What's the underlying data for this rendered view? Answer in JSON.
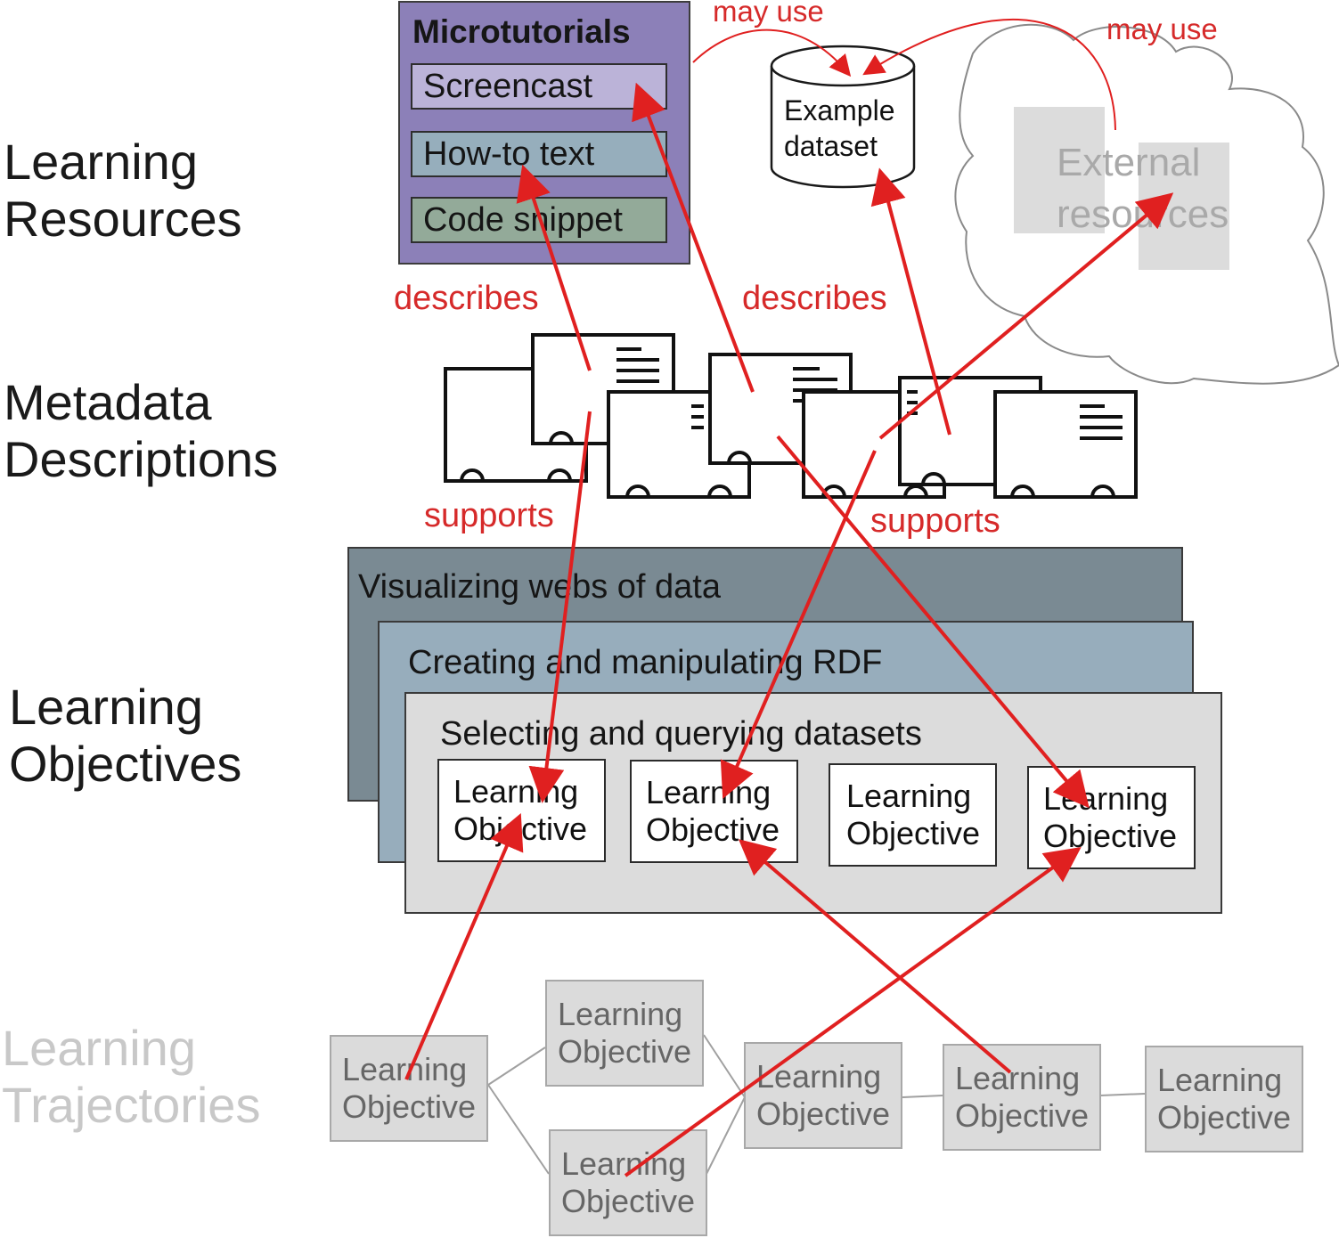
{
  "layers": {
    "resources": [
      "Learning",
      "Resources"
    ],
    "metadata": [
      "Metadata",
      "Descriptions"
    ],
    "objectives": [
      "Learning",
      "Objectives"
    ],
    "trajectories": [
      "Learning",
      "Trajectories"
    ]
  },
  "microtutorials": {
    "title": "Microtutorials",
    "items": [
      "Screencast",
      "How-to text",
      "Code snippet"
    ]
  },
  "dataset": {
    "lines": [
      "Example",
      "dataset"
    ]
  },
  "external": {
    "lines": [
      "External",
      "resources"
    ]
  },
  "relations": {
    "may_use_1": "may use",
    "may_use_2": "may use",
    "describes_1": "describes",
    "describes_2": "describes",
    "supports_1": "supports",
    "supports_2": "supports"
  },
  "objectives": {
    "visualizing": "Visualizing webs of data",
    "rdf": "Creating and manipulating RDF",
    "selecting": "Selecting and querying datasets",
    "boxes": [
      [
        "Learning",
        "Objective"
      ],
      [
        "Learning",
        "Objective"
      ],
      [
        "Learning",
        "Objective"
      ],
      [
        "Learning",
        "Objective"
      ]
    ]
  },
  "trajectory": {
    "boxes": [
      [
        "Learning",
        "Objective"
      ],
      [
        "Learning",
        "Objective"
      ],
      [
        "Learning",
        "Objective"
      ],
      [
        "Learning",
        "Objective"
      ],
      [
        "Learning",
        "Objective"
      ],
      [
        "Learning",
        "Objective"
      ]
    ]
  },
  "colors": {
    "arrow": "#e02020",
    "relation_text": "#d62a2a",
    "microtutorials": "#8c80b8",
    "objective_dark": "#7a8a93",
    "objective_mid": "#97adbc",
    "objective_light": "#dcdcdc",
    "faded_text": "#c8c8c8"
  }
}
